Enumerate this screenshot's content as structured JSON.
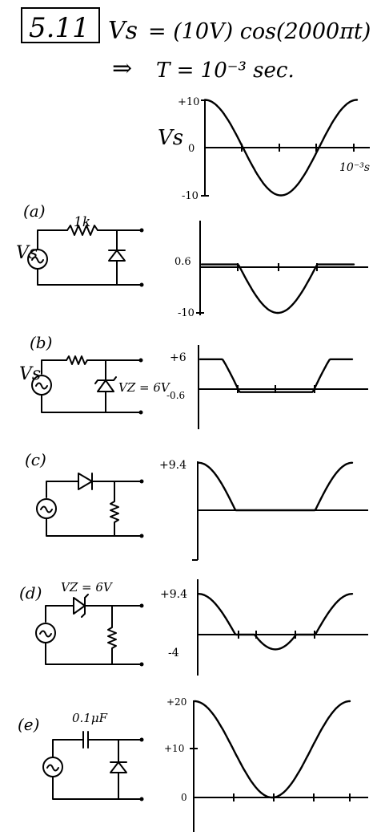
{
  "header": {
    "problem_number": "5.11",
    "equation_lhs": "Vs",
    "equation_rhs": "= (10V) cos(2000πt)",
    "implies": "⇒",
    "period": "T = 10⁻³ sec."
  },
  "reference_plot": {
    "signal_label": "Vs",
    "y_ticks": [
      "+10",
      "0",
      "-10"
    ],
    "x_unit_label": "10⁻³s"
  },
  "circuits": [
    {
      "label": "(a)",
      "component_labels": [
        "1k"
      ],
      "source_label": "Vs"
    },
    {
      "label": "(b)",
      "component_labels": [
        "VZ = 6V"
      ],
      "source_label": "Vs"
    },
    {
      "label": "(c)",
      "component_labels": []
    },
    {
      "label": "(d)",
      "component_labels": [
        "VZ = 6V"
      ]
    },
    {
      "label": "(e)",
      "component_labels": [
        "0.1μF"
      ]
    }
  ],
  "chart_data": [
    {
      "type": "line",
      "panel": "Vs",
      "ylim": [
        -10,
        10
      ],
      "y_tick_labels": [
        "+10",
        "0",
        "-10"
      ],
      "x": [
        0,
        0.0005,
        0.001
      ],
      "x_label": "10⁻³s",
      "description_points": {
        "x": [
          0,
          0.25,
          0.5,
          0.75,
          1.0
        ],
        "y": [
          10,
          0,
          -10,
          0,
          10
        ]
      }
    },
    {
      "type": "line",
      "panel": "a",
      "ylim": [
        -10,
        0.6
      ],
      "y_tick_labels": [
        "0.6",
        "-10"
      ],
      "description_points": {
        "x": [
          0,
          0.2,
          0.25,
          0.5,
          0.75,
          0.8,
          1.0
        ],
        "y": [
          0.6,
          0.6,
          0,
          -10,
          0,
          0.6,
          0.6
        ]
      }
    },
    {
      "type": "line",
      "panel": "b",
      "ylim": [
        -0.6,
        6
      ],
      "y_tick_labels": [
        "+6",
        "-0.6"
      ],
      "description_points": {
        "x": [
          0,
          0.1,
          0.25,
          0.5,
          0.75,
          0.9,
          1.0
        ],
        "y": [
          6,
          6,
          0,
          -0.6,
          0,
          6,
          6
        ]
      }
    },
    {
      "type": "line",
      "panel": "c",
      "ylim": [
        0,
        9.4
      ],
      "y_tick_labels": [
        "+9.4"
      ],
      "description_points": {
        "x": [
          0,
          0.25,
          0.5,
          0.75,
          1.0
        ],
        "y": [
          9.4,
          0,
          0,
          0,
          9.4
        ]
      }
    },
    {
      "type": "line",
      "panel": "d",
      "ylim": [
        -4,
        9.4
      ],
      "y_tick_labels": [
        "+9.4",
        "-4"
      ],
      "description_points": {
        "x": [
          0,
          0.25,
          0.3,
          0.5,
          0.7,
          0.75,
          1.0
        ],
        "y": [
          9.4,
          0,
          0,
          -4,
          0,
          0,
          9.4
        ]
      }
    },
    {
      "type": "line",
      "panel": "e",
      "ylim": [
        0,
        20
      ],
      "y_tick_labels": [
        "+20",
        "+10",
        "0"
      ],
      "description_points": {
        "x": [
          0,
          0.25,
          0.5,
          0.75,
          1.0
        ],
        "y": [
          20,
          10,
          0,
          10,
          20
        ]
      }
    }
  ]
}
